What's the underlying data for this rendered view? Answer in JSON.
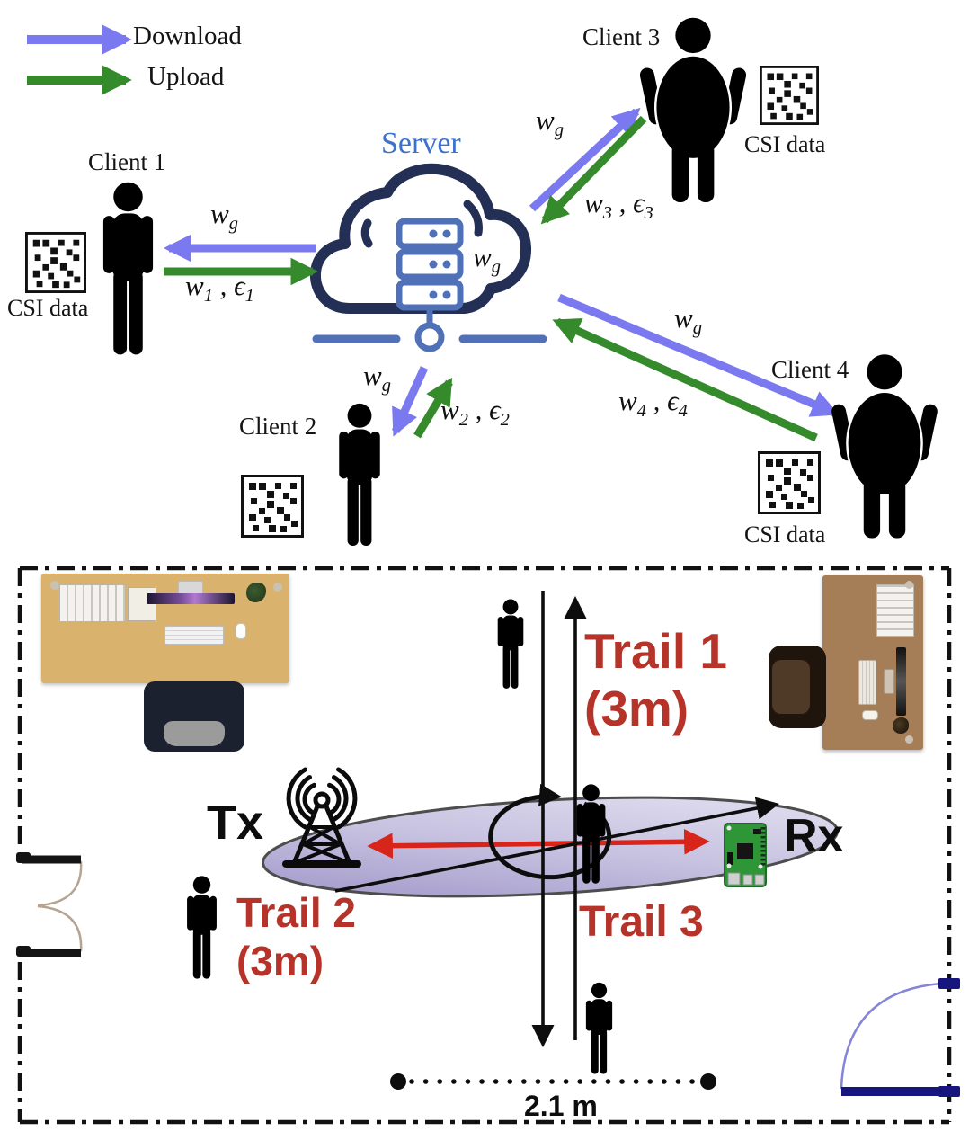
{
  "colors": {
    "download_arrow": "#7b79ef",
    "upload_arrow": "#358a2c",
    "server_text": "#3b72cf",
    "cloud_outline": "#232f54",
    "server_rack": "#5071b8",
    "trail_text": "#b6332a",
    "measure_arrow": "#d8251b",
    "ellipse_fill": "#aaa1cd",
    "room_border": "#111111",
    "pi_board": "#2f9638",
    "door_right": "#16167e"
  },
  "legend": {
    "download": "Download",
    "upload": "Upload"
  },
  "network": {
    "server_label": "Server",
    "client1": "Client 1",
    "client2": "Client 2",
    "client3": "Client 3",
    "client4": "Client 4",
    "csi_label": "CSI data"
  },
  "math": {
    "w": "w",
    "eps": "ϵ",
    "g": "g",
    "n1": "1",
    "n2": "2",
    "n3": "3",
    "n4": "4",
    "comma": " , "
  },
  "room": {
    "trail1_line1": "Trail 1",
    "trail1_line2": "(3m)",
    "trail2_line1": "Trail 2",
    "trail2_line2": "(3m)",
    "trail3": "Trail 3",
    "tx": "Tx",
    "rx": "Rx",
    "distance": "2.1 m"
  }
}
